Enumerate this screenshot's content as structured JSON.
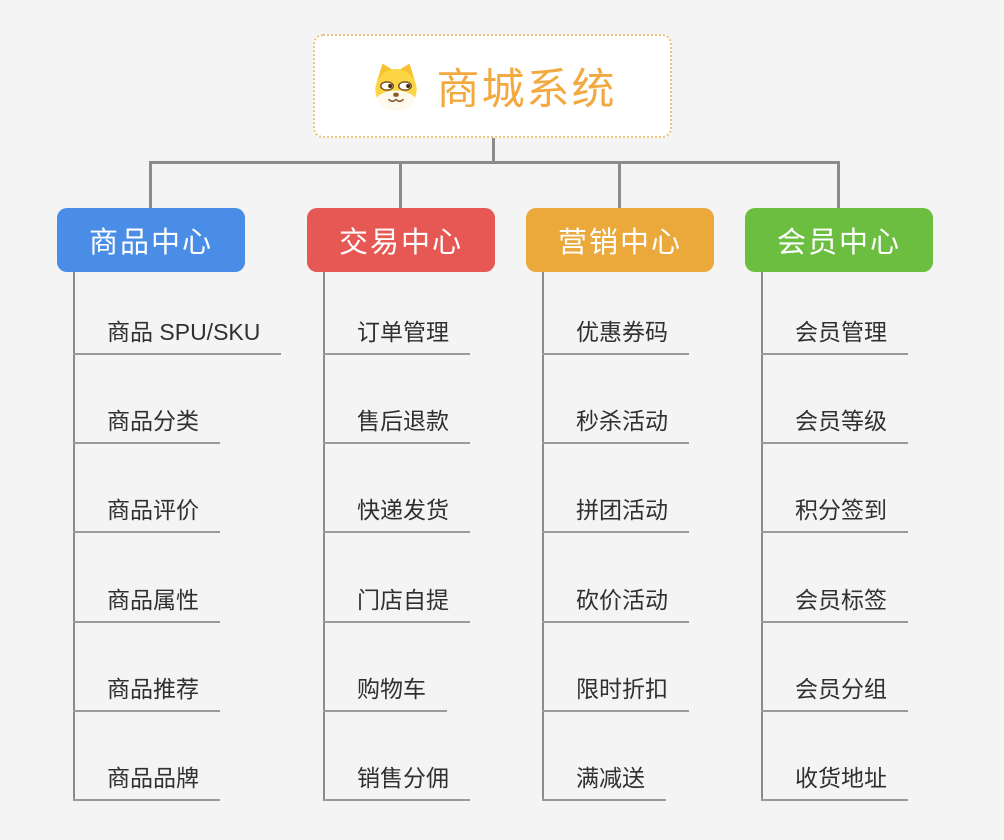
{
  "root": {
    "title": "商城系统",
    "icon": "dog-face-icon",
    "text_color": "#f2a93f",
    "border_color": "#eec27e"
  },
  "branches": [
    {
      "label": "商品中心",
      "color": "#4a8de6",
      "children": [
        "商品 SPU/SKU",
        "商品分类",
        "商品评价",
        "商品属性",
        "商品推荐",
        "商品品牌"
      ]
    },
    {
      "label": "交易中心",
      "color": "#e65854",
      "children": [
        "订单管理",
        "售后退款",
        "快递发货",
        "门店自提",
        "购物车",
        "销售分佣"
      ]
    },
    {
      "label": "营销中心",
      "color": "#eba93c",
      "children": [
        "优惠券码",
        "秒杀活动",
        "拼团活动",
        "砍价活动",
        "限时折扣",
        "满减送"
      ]
    },
    {
      "label": "会员中心",
      "color": "#6cbe40",
      "children": [
        "会员管理",
        "会员等级",
        "积分签到",
        "会员标签",
        "会员分组",
        "收货地址"
      ]
    }
  ],
  "colors": {
    "background": "#f4f4f4",
    "connector": "#8b8b8b",
    "underline": "#9a9a9a",
    "leaf_text": "#303030"
  }
}
